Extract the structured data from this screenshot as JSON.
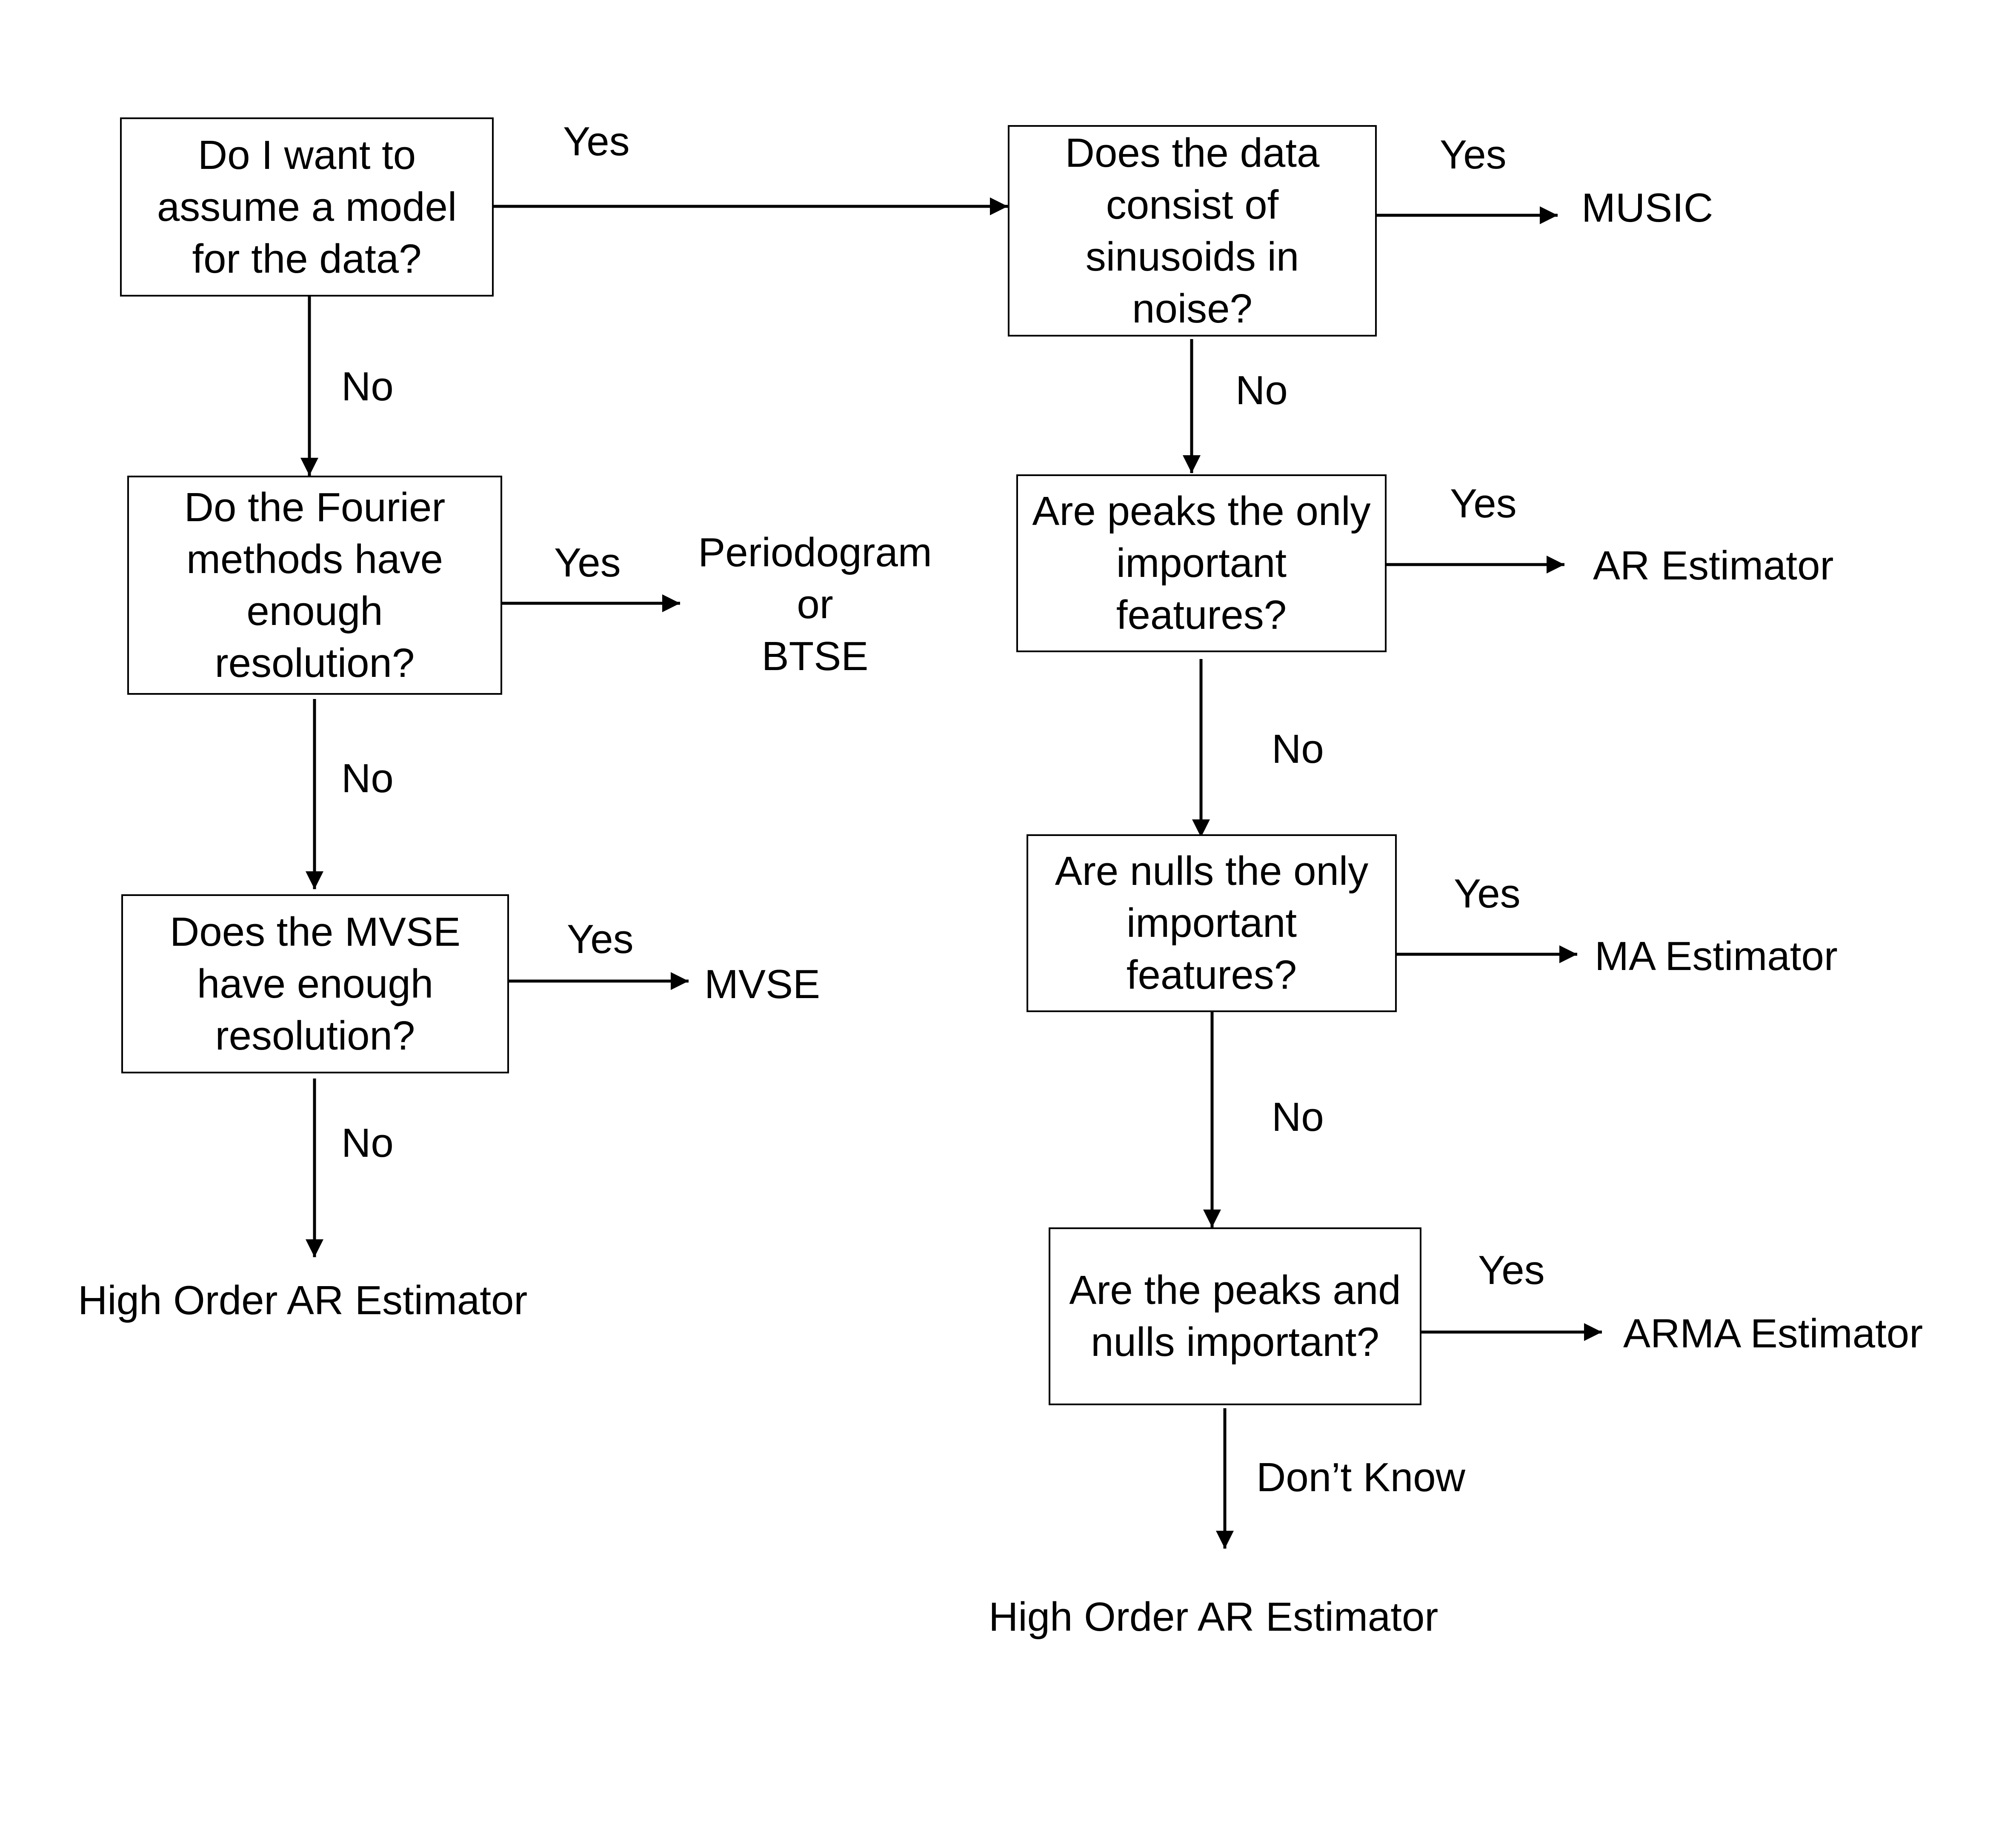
{
  "colors": {
    "line": "#000000",
    "background": "#ffffff",
    "text": "#000000"
  },
  "questions": {
    "q1": "Do I want to\nassume a model\nfor the data?",
    "q2": "Do the Fourier\nmethods have\nenough\nresolution?",
    "q3": "Does the MVSE\nhave enough\nresolution?",
    "q4": "Does the data\nconsist of\nsinusoids in\nnoise?",
    "q5": "Are peaks the only\nimportant\nfeatures?",
    "q6": "Are nulls the only\nimportant\nfeatures?",
    "q7": "Are the peaks and\nnulls important?"
  },
  "outcomes": {
    "periodogram": "Periodogram\nor\nBTSE",
    "mvse": "MVSE",
    "high_order_ar_left": "High Order AR Estimator",
    "music": "MUSIC",
    "ar": "AR Estimator",
    "ma": "MA Estimator",
    "arma": "ARMA Estimator",
    "high_order_ar_right": "High Order AR Estimator"
  },
  "edge_labels": {
    "q1_yes": "Yes",
    "q1_no": "No",
    "q2_yes": "Yes",
    "q2_no": "No",
    "q3_yes": "Yes",
    "q3_no": "No",
    "q4_yes": "Yes",
    "q4_no": "No",
    "q5_yes": "Yes",
    "q5_no": "No",
    "q6_yes": "Yes",
    "q6_no": "No",
    "q7_yes": "Yes",
    "q7_dont_know": "Don’t Know"
  }
}
